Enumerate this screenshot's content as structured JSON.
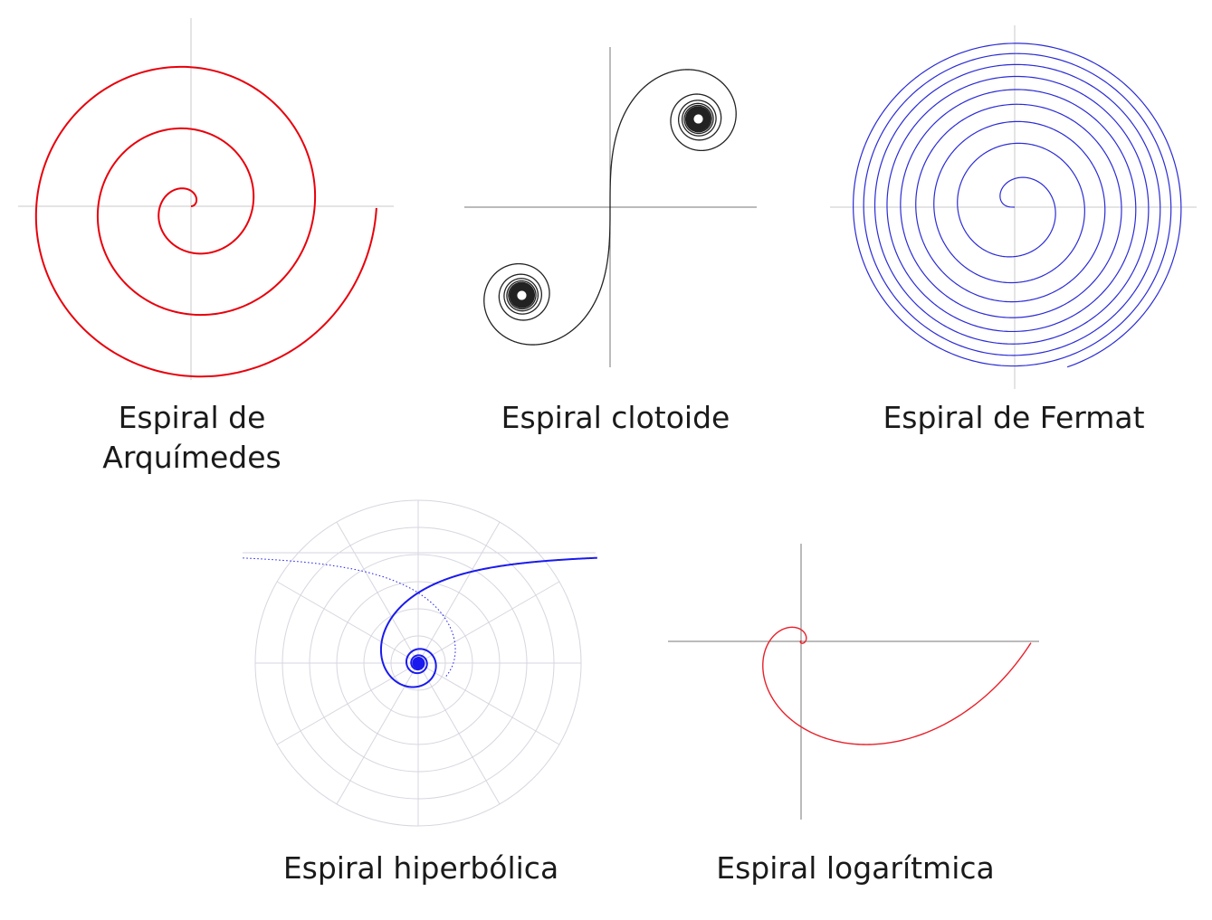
{
  "panels": [
    {
      "key": "arquimedes",
      "label_lines": [
        "Espiral de",
        "Arquímedes"
      ],
      "color": "#e8000b"
    },
    {
      "key": "clotoide",
      "label_lines": [
        "Espiral clotoide"
      ],
      "color": "#222222"
    },
    {
      "key": "fermat",
      "label_lines": [
        "Espiral de Fermat"
      ],
      "color": "#2b2bd6"
    },
    {
      "key": "hiperbolica",
      "label_lines": [
        "Espiral hiperbólica"
      ],
      "color": "#1a1aee"
    },
    {
      "key": "logaritmica",
      "label_lines": [
        "Espiral logarítmica"
      ],
      "color": "#e8202a"
    }
  ],
  "colors": {
    "axis": "#c8c8c8",
    "axis_dark": "#777777",
    "polar_grid": "#d6d6e0"
  }
}
